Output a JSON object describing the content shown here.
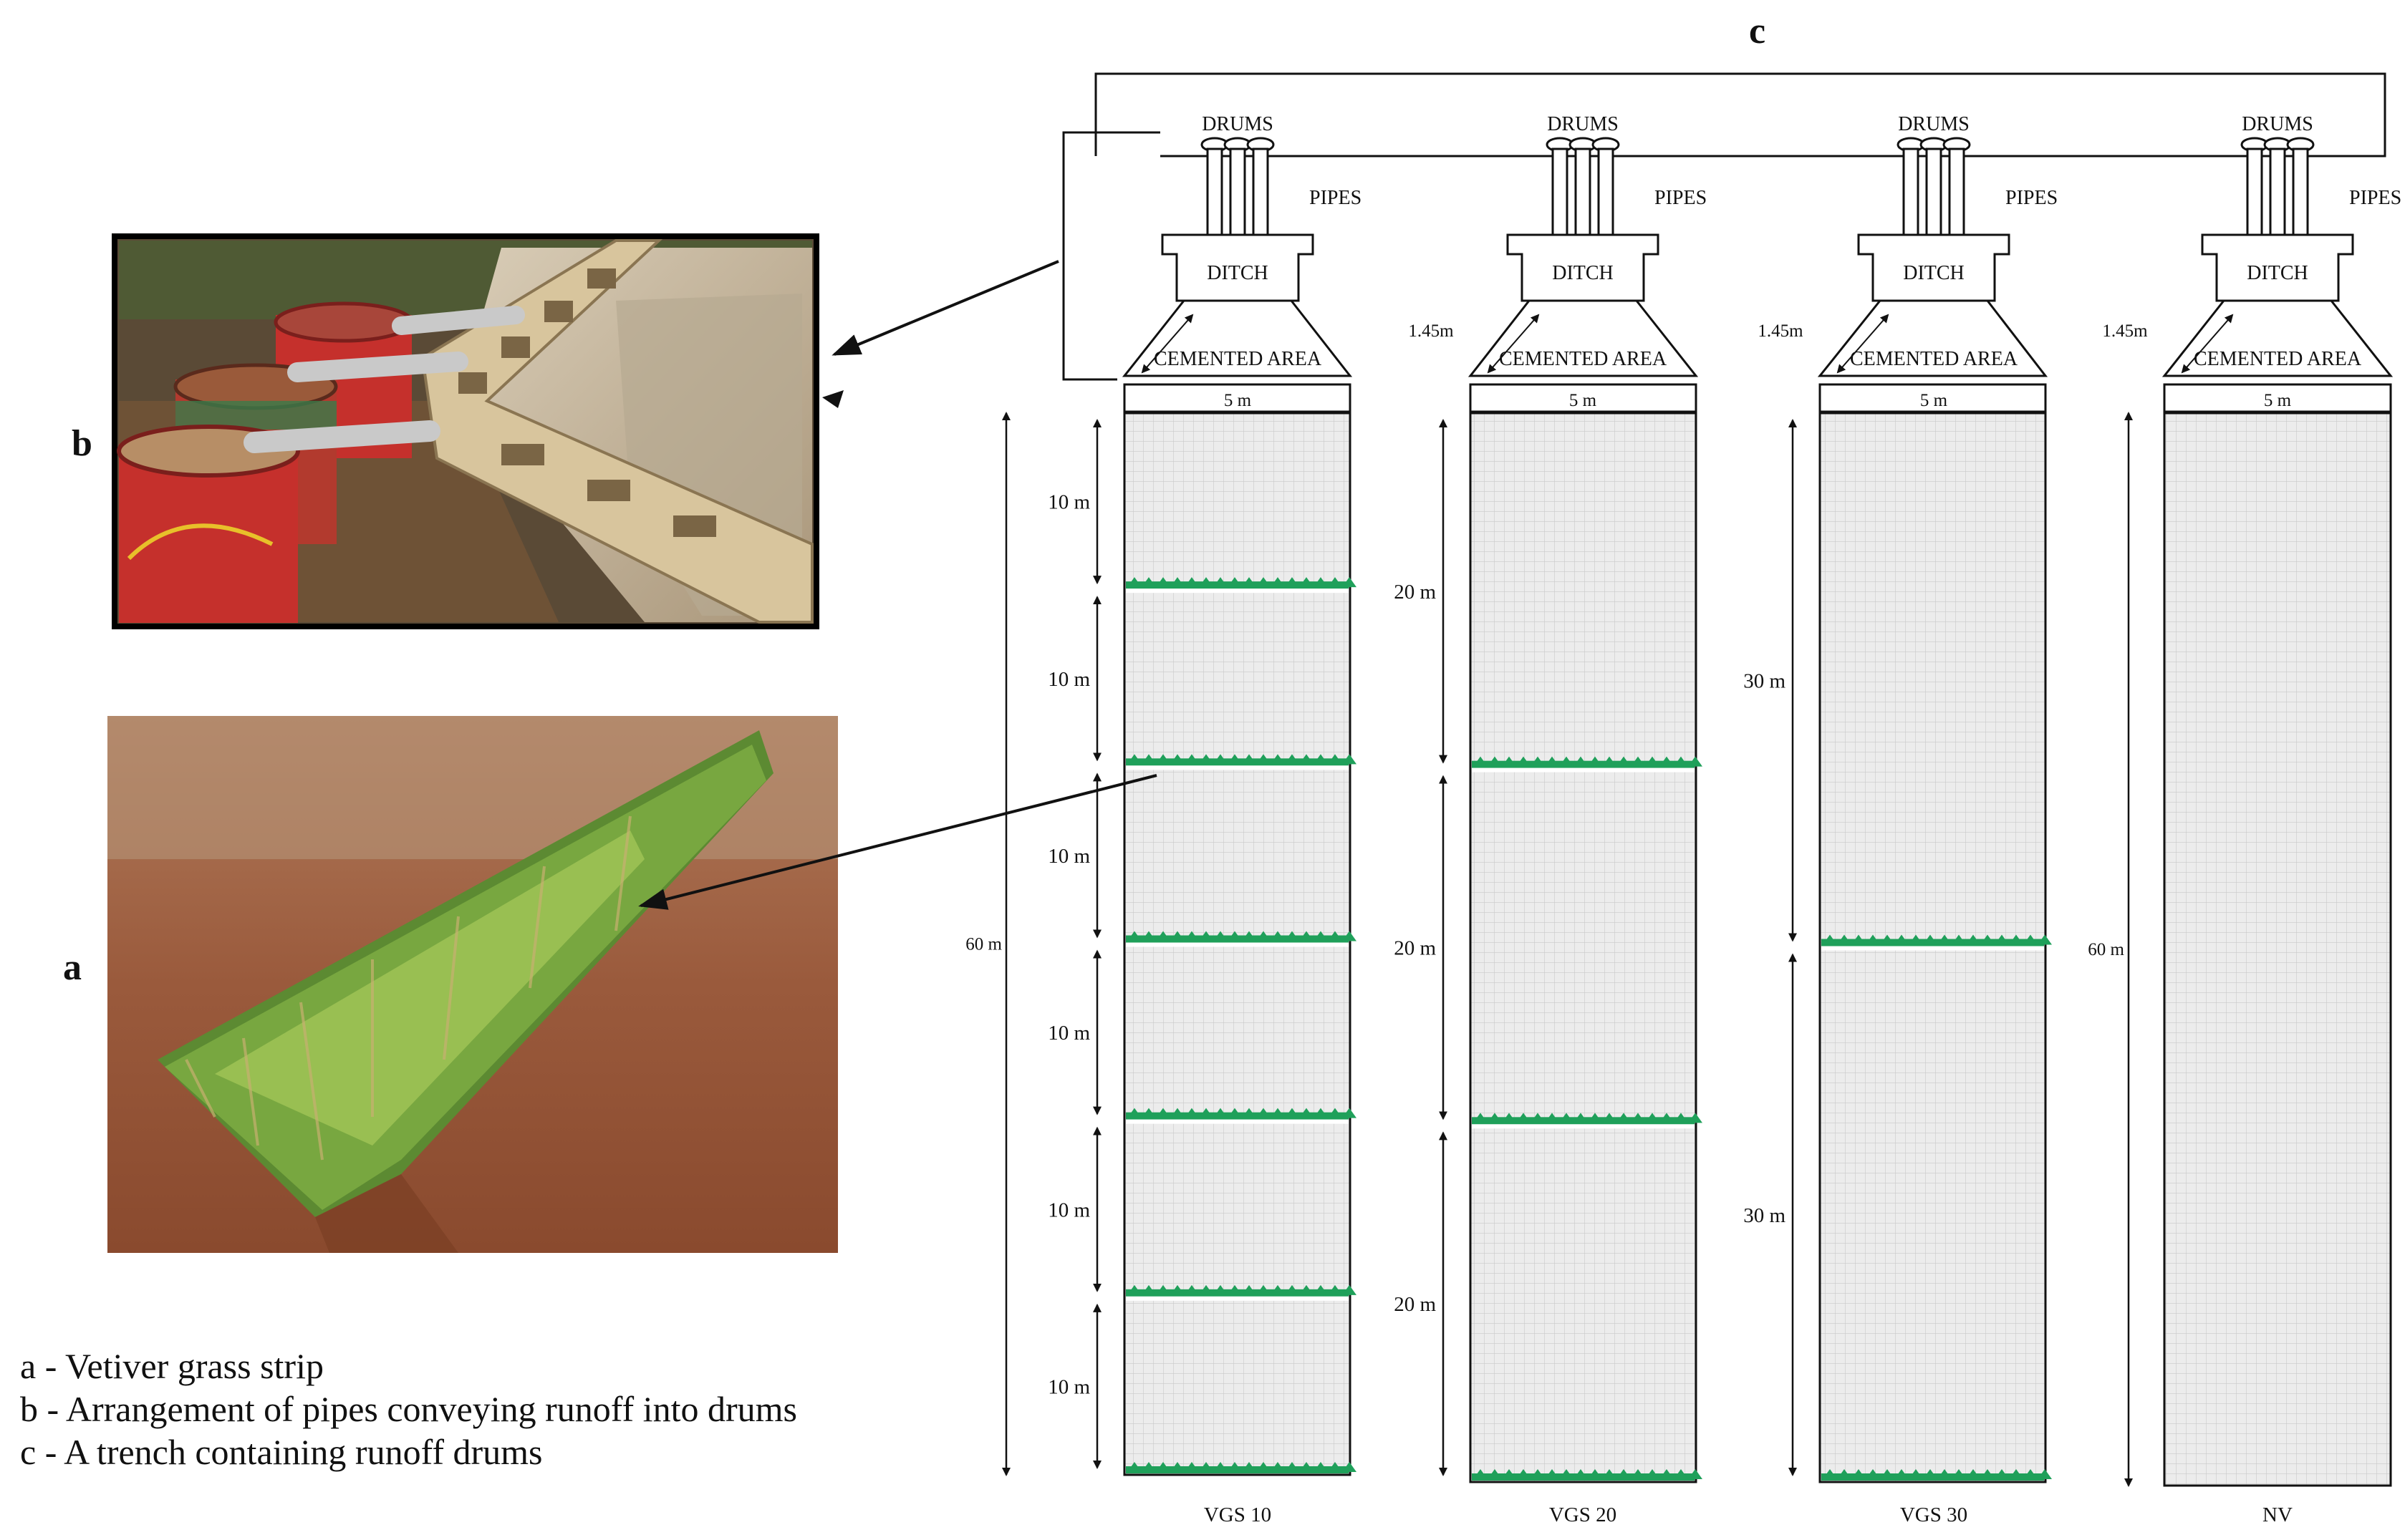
{
  "panel_labels": {
    "a": "a",
    "b": "b",
    "c": "c"
  },
  "legend": [
    "a - Vetiver grass strip",
    "b - Arrangement of pipes conveying runoff into drums",
    "c - A trench containing runoff drums"
  ],
  "top_labels": {
    "drums": "DRUMS",
    "pipes": "PIPES",
    "ditch": "DITCH",
    "cemented_area": "CEMENTED AREA",
    "width": "5 m",
    "slope_length": "1.45m"
  },
  "plots": [
    {
      "name": "VGS 10",
      "total": "60 m",
      "segments": [
        "10 m",
        "10 m",
        "10 m",
        "10 m",
        "10 m",
        "10 m"
      ]
    },
    {
      "name": "VGS 20",
      "total": "",
      "segments": [
        "20 m",
        "20 m",
        "20 m"
      ]
    },
    {
      "name": "VGS 30",
      "total": "",
      "segments": [
        "30 m",
        "30 m"
      ]
    },
    {
      "name": "NV",
      "total": "60 m",
      "segments": []
    }
  ],
  "colors": {
    "strip": "#1fa05a",
    "plot_fill": "#e6e6e6",
    "soil": "#8a4a2e",
    "grass": "#6f9a3c"
  }
}
